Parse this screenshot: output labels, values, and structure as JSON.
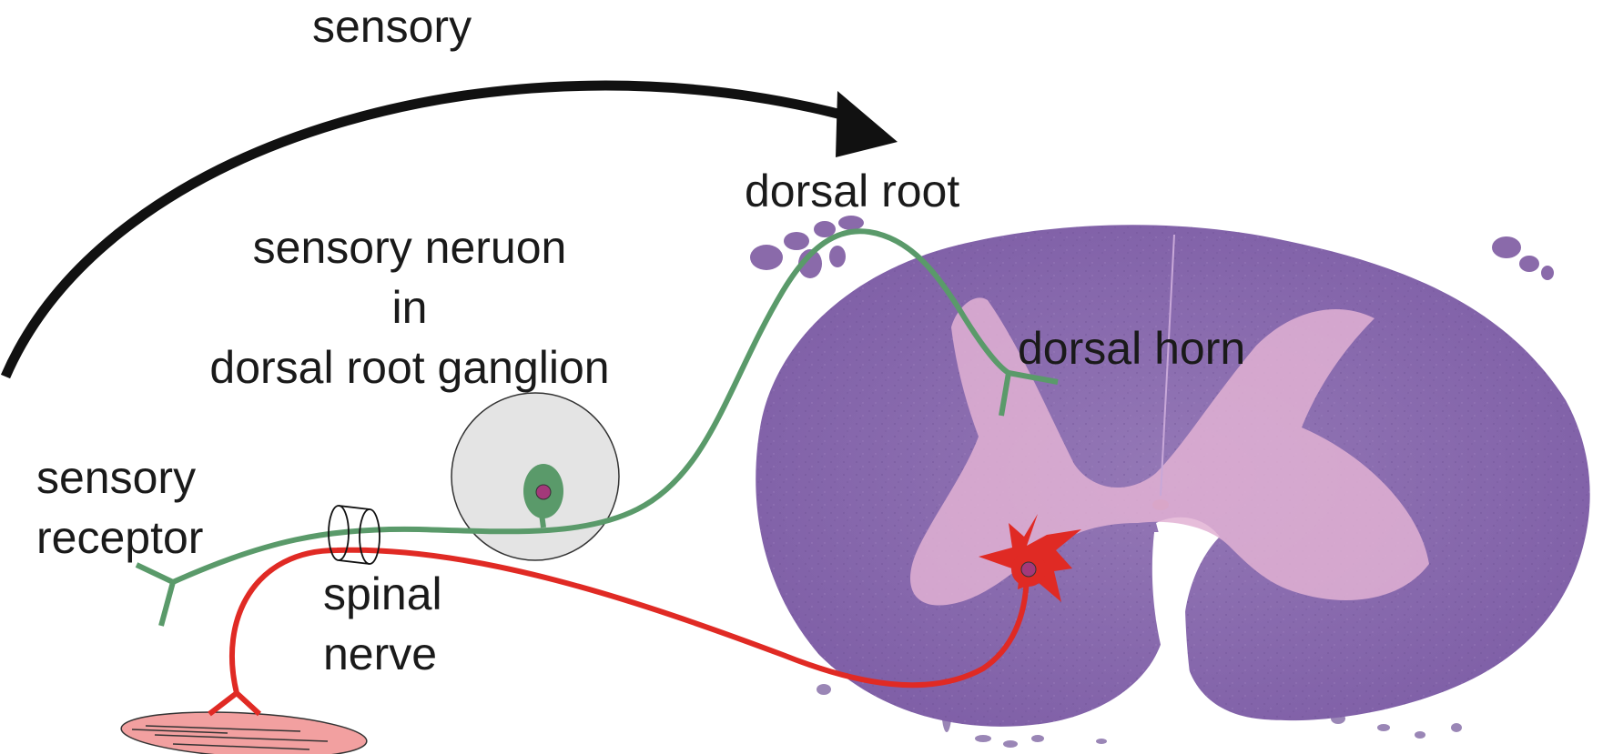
{
  "labels": {
    "sensory_arrow": "sensory",
    "dorsal_root": "dorsal root",
    "sensory_neuron_line1": "sensory neruon",
    "sensory_neuron_line2": "in",
    "sensory_neuron_line3": "dorsal root ganglion",
    "dorsal_horn": "dorsal horn",
    "sensory_receptor_line1": "sensory",
    "sensory_receptor_line2": "receptor",
    "spinal_nerve_line1": "spinal",
    "spinal_nerve_line2": "nerve"
  },
  "colors": {
    "sensory_pathway": "#5a9a6a",
    "motor_pathway": "#e02a24",
    "arrow": "#111111",
    "spinal_cord_tissue": "#8a6aaa",
    "gray_matter": "#e4b8d6",
    "ganglion": "#e4e4e4",
    "muscle": "#f2a0a0",
    "nucleus": "#a3397a"
  }
}
